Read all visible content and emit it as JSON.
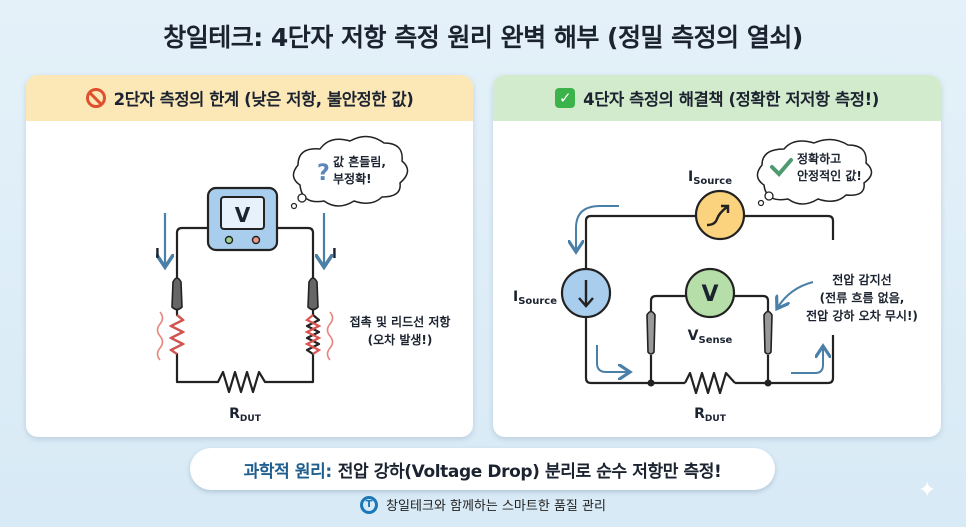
{
  "title": "창일테크: 4단자 저항 측정 원리 완벽 해부 (정밀 측정의 열쇠)",
  "left_panel": {
    "header": "2단자 측정의 한계 (낮은 저항, 불안정한 값)",
    "icon": "prohibited-icon",
    "meter_label": "V",
    "current_label": "I",
    "thought_line1": "값 흔들림,",
    "thought_line2": "부정확!",
    "thought_symbol": "?",
    "resistance_note_line1": "접촉 및 리드선 저항",
    "resistance_note_line2": "(오차 발생!)",
    "rdut_main": "R",
    "rdut_sub": "DUT"
  },
  "right_panel": {
    "header": "4단자 측정의 해결책 (정확한 저저항 측정!)",
    "icon": "check-icon",
    "check_glyph": "✓",
    "isource_main": "I",
    "isource_sub": "Source",
    "meter_label": "V",
    "vsense_main": "V",
    "vsense_sub": "Sense",
    "thought_line1": "정확하고",
    "thought_line2": "안정적인 값!",
    "sense_note_line1": "전압 감지선",
    "sense_note_line2": "(전류 흐름 없음,",
    "sense_note_line3": "전압 강하 오차 무시!)",
    "rdut_main": "R",
    "rdut_sub": "DUT"
  },
  "principle": {
    "label": "과학적 원리:",
    "text": "전압 강하(Voltage Drop) 분리로 순수 저항만 측정!"
  },
  "footer": {
    "logo_letter": "T",
    "text": "창일테크와 함께하는 스마트한 품질 관리"
  },
  "colors": {
    "left_header": "#fbe8b6",
    "right_header": "#d3ebcd",
    "accent_blue": "#1f5f8f",
    "meter_blue": "#a9cdec",
    "source_yellow": "#fbd27d",
    "source_blue": "#a9cdec",
    "sense_green": "#b6dea8",
    "contact_red": "#d9534f"
  }
}
